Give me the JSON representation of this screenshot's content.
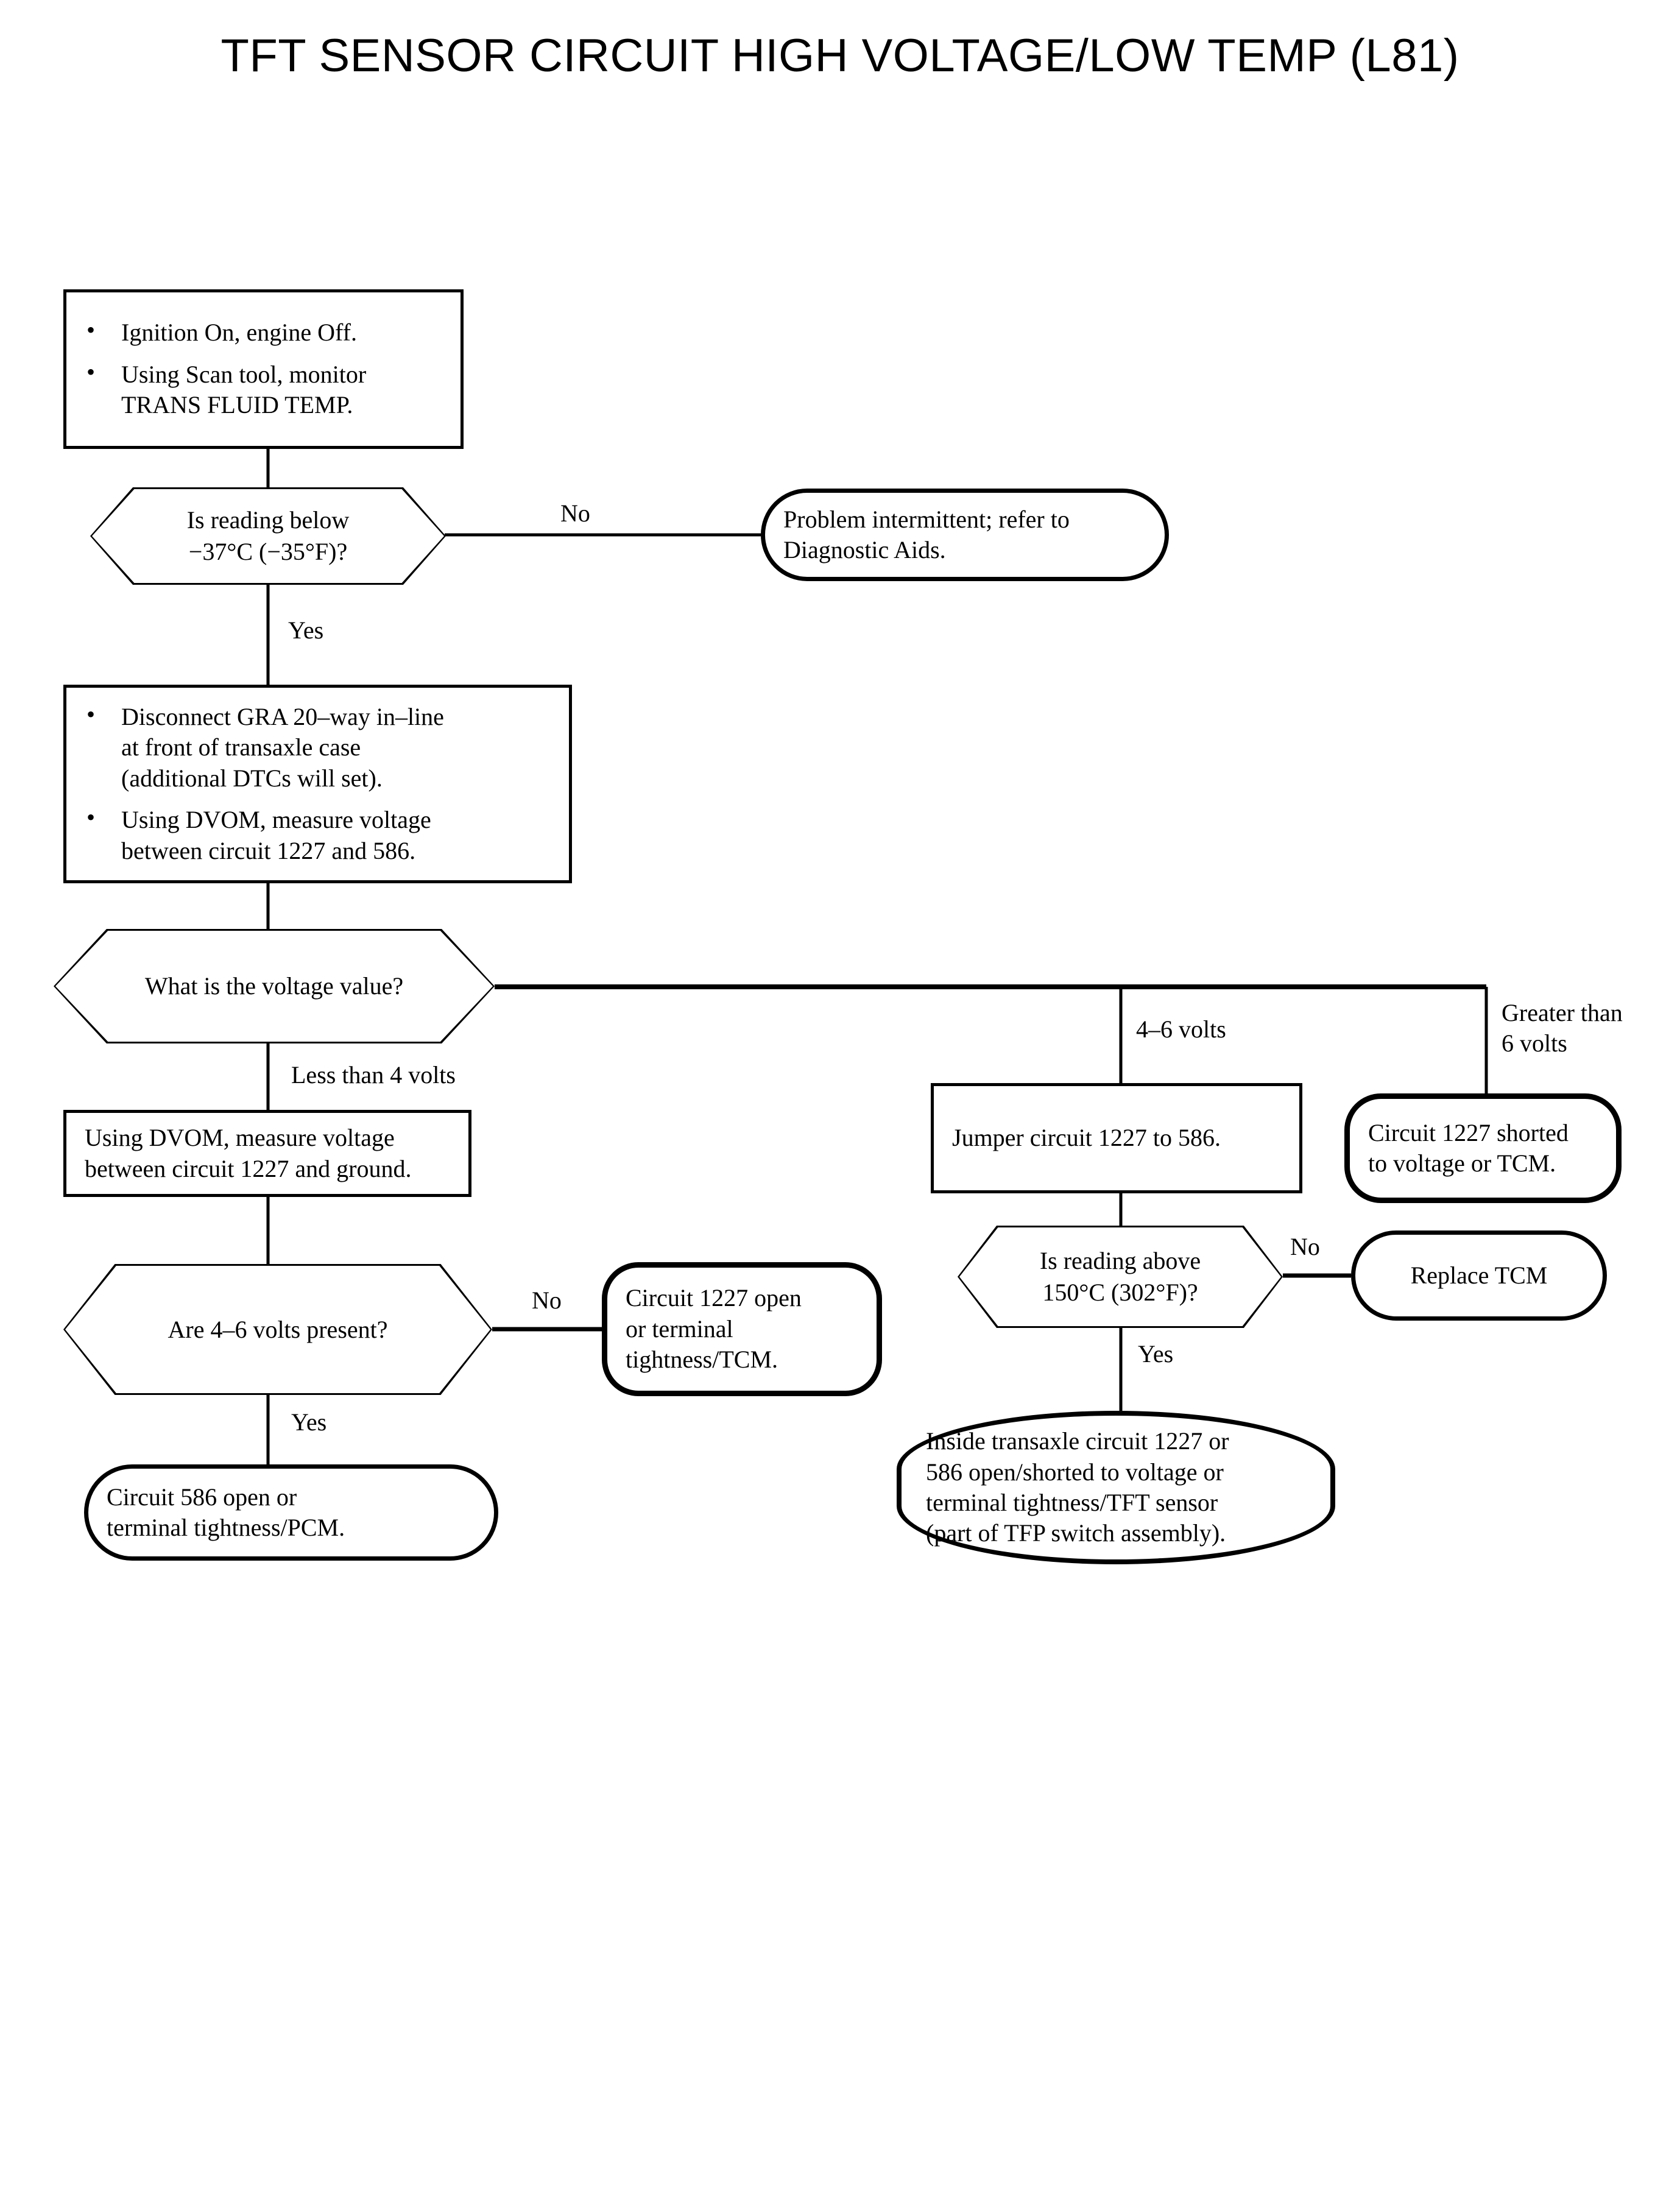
{
  "title": "TFT SENSOR CIRCUIT HIGH VOLTAGE/LOW TEMP (L81)",
  "chart_data": {
    "type": "diagram",
    "diagram_kind": "flowchart",
    "title": "TFT SENSOR CIRCUIT HIGH VOLTAGE/LOW TEMP (L81)",
    "nodes": [
      {
        "id": "n1",
        "shape": "process",
        "text": "Ignition On, engine Off. / Using Scan tool, monitor TRANS FLUID TEMP."
      },
      {
        "id": "n2",
        "shape": "decision",
        "text": "Is reading below −37°C (−35°F)?"
      },
      {
        "id": "n3",
        "shape": "terminator",
        "text": "Problem intermittent; refer to Diagnostic Aids."
      },
      {
        "id": "n4",
        "shape": "process",
        "text": "Disconnect GRA 20–way in–line at front of transaxle case (additional DTCs will set). / Using DVOM, measure voltage between circuit 1227 and 586."
      },
      {
        "id": "n5",
        "shape": "decision",
        "text": "What is the voltage value?"
      },
      {
        "id": "n6",
        "shape": "process",
        "text": "Using DVOM, measure voltage between circuit 1227 and ground."
      },
      {
        "id": "n7",
        "shape": "decision",
        "text": "Are 4–6 volts present?"
      },
      {
        "id": "n8",
        "shape": "terminator",
        "text": "Circuit 1227 open or terminal tightness/TCM."
      },
      {
        "id": "n9",
        "shape": "terminator",
        "text": "Circuit 586 open or terminal tightness/PCM."
      },
      {
        "id": "n10",
        "shape": "process",
        "text": "Jumper circuit 1227 to 586."
      },
      {
        "id": "n11",
        "shape": "terminator",
        "text": "Circuit 1227 shorted to voltage or TCM."
      },
      {
        "id": "n12",
        "shape": "decision",
        "text": "Is reading above 150°C (302°F)?"
      },
      {
        "id": "n13",
        "shape": "terminator",
        "text": "Replace TCM"
      },
      {
        "id": "n14",
        "shape": "terminator",
        "text": "Inside transaxle circuit 1227 or 586 open/shorted to voltage or terminal tightness/TFT sensor (part of TFP switch assembly)."
      }
    ],
    "edges": [
      {
        "from": "n1",
        "to": "n2",
        "label": ""
      },
      {
        "from": "n2",
        "to": "n3",
        "label": "No"
      },
      {
        "from": "n2",
        "to": "n4",
        "label": "Yes"
      },
      {
        "from": "n4",
        "to": "n5",
        "label": ""
      },
      {
        "from": "n5",
        "to": "n6",
        "label": "Less than 4 volts"
      },
      {
        "from": "n5",
        "to": "n10",
        "label": "4–6 volts"
      },
      {
        "from": "n5",
        "to": "n11",
        "label": "Greater than 6 volts"
      },
      {
        "from": "n6",
        "to": "n7",
        "label": ""
      },
      {
        "from": "n7",
        "to": "n8",
        "label": "No"
      },
      {
        "from": "n7",
        "to": "n9",
        "label": "Yes"
      },
      {
        "from": "n10",
        "to": "n12",
        "label": ""
      },
      {
        "from": "n12",
        "to": "n13",
        "label": "No"
      },
      {
        "from": "n12",
        "to": "n14",
        "label": "Yes"
      }
    ]
  },
  "nodes": {
    "step1": {
      "bullets": [
        "Ignition On, engine Off.",
        "Using Scan tool, monitor\nTRANS FLUID TEMP."
      ]
    },
    "decision1": {
      "text": "Is reading below\n−37°C (−35°F)?"
    },
    "intermittent": {
      "text": "Problem intermittent; refer to\nDiagnostic Aids."
    },
    "step2": {
      "bullets": [
        "Disconnect GRA 20–way in–line\nat front of transaxle case\n(additional DTCs will set).",
        "Using DVOM, measure voltage\nbetween circuit 1227 and 586."
      ]
    },
    "decision2": {
      "text": "What is the voltage value?"
    },
    "step3": {
      "text": "Using DVOM, measure voltage\nbetween circuit 1227 and ground."
    },
    "decision3": {
      "text": "Are 4–6 volts present?"
    },
    "result_1227_open": {
      "text": "Circuit 1227 open\nor terminal\ntightness/TCM."
    },
    "result_586_open": {
      "text": "Circuit 586 open or\nterminal tightness/PCM."
    },
    "step_jumper": {
      "text": "Jumper circuit 1227 to 586."
    },
    "result_1227_shorted": {
      "text": "Circuit 1227 shorted\nto voltage or TCM."
    },
    "decision4": {
      "text": "Is reading above\n150°C (302°F)?"
    },
    "result_replace_tcm": {
      "text": "Replace TCM"
    },
    "result_inside_transaxle": {
      "text": "Inside transaxle circuit 1227 or\n586 open/shorted to voltage or\nterminal tightness/TFT sensor\n(part of TFP switch assembly)."
    }
  },
  "edge_labels": {
    "no_1": "No",
    "yes_1": "Yes",
    "less_than_4": "Less than 4 volts",
    "volts_4_6": "4–6 volts",
    "greater_than_6": "Greater than\n6 volts",
    "no_2": "No",
    "yes_2": "Yes",
    "no_3": "No",
    "yes_3": "Yes"
  },
  "colors": {
    "ink": "#000000",
    "paper": "#ffffff"
  }
}
